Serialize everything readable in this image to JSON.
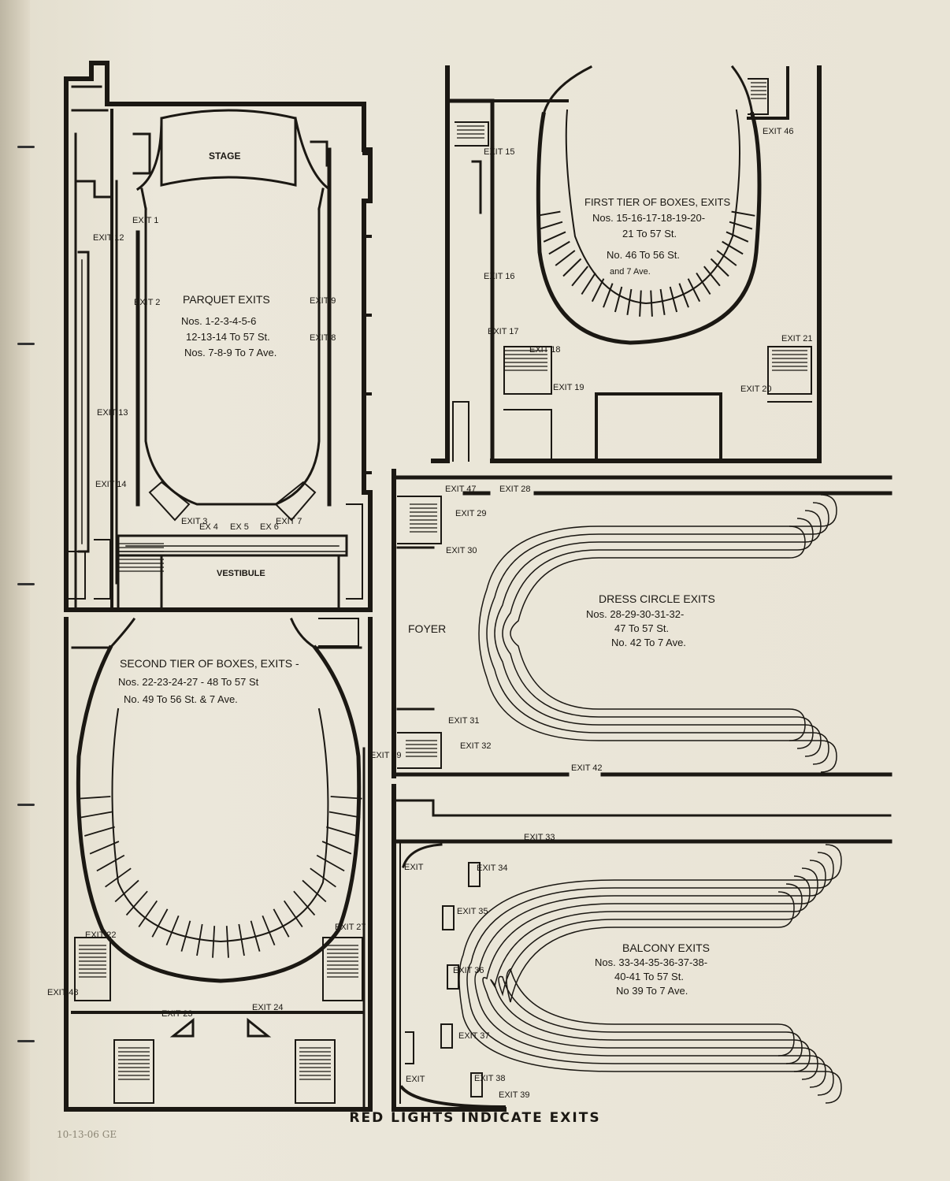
{
  "caption": "RED LIGHTS INDICATE EXITS",
  "pencil_note": "10-13-06 GE",
  "parquet": {
    "stage": "STAGE",
    "vestibule": "VESTIBULE",
    "title": "PARQUET EXITS",
    "line1": "Nos. 1-2-3-4-5-6",
    "line2": "12-13-14 To 57 St.",
    "line3": "Nos. 7-8-9 To 7 Ave.",
    "exits": [
      "EXIT 1",
      "EXIT 2",
      "EXIT 3",
      "EX 4",
      "EX 5",
      "EX 6",
      "EXIT 7",
      "EXIT 8",
      "EXIT 9",
      "EXIT 12",
      "EXIT 13",
      "EXIT 14"
    ]
  },
  "first_tier": {
    "title": "FIRST TIER OF BOXES, EXITS",
    "line1": "Nos. 15-16-17-18-19-20-",
    "line2": "21 To 57 St.",
    "line3": "No. 46 To 56 St.",
    "line4": "and 7 Ave.",
    "exits": [
      "EXIT 15",
      "EXIT 16",
      "EXIT 17",
      "EXIT 18",
      "EXIT 19",
      "EXIT 20",
      "EXIT 21",
      "EXIT 46"
    ]
  },
  "second_tier": {
    "title": "SECOND TIER OF BOXES, EXITS -",
    "line1": "Nos. 22-23-24-27 - 48 To 57 St",
    "line2": "No. 49 To 56 St. & 7 Ave.",
    "exits": [
      "EXIT 22",
      "EXIT 23",
      "EXIT 24",
      "EXIT 27",
      "EXIT 48",
      "EXIT 49"
    ]
  },
  "dress_circle": {
    "foyer": "FOYER",
    "title": "DRESS CIRCLE EXITS",
    "line1": "Nos. 28-29-30-31-32-",
    "line2": "47 To 57 St.",
    "line3": "No. 42 To 7 Ave.",
    "exits": [
      "EXIT 28",
      "EXIT 29",
      "EXIT 30",
      "EXIT 31",
      "EXIT 32",
      "EXIT 42",
      "EXIT 47"
    ]
  },
  "balcony": {
    "title": "BALCONY EXITS",
    "line1": "Nos. 33-34-35-36-37-38-",
    "line2": "40-41 To 57 St.",
    "line3": "No 39 To 7 Ave.",
    "exits": [
      "EXIT 33",
      "EXIT 34",
      "EXIT 35",
      "EXIT 36",
      "EXIT 37",
      "EXIT 38",
      "EXIT 39",
      "EXIT",
      "EXIT"
    ]
  }
}
